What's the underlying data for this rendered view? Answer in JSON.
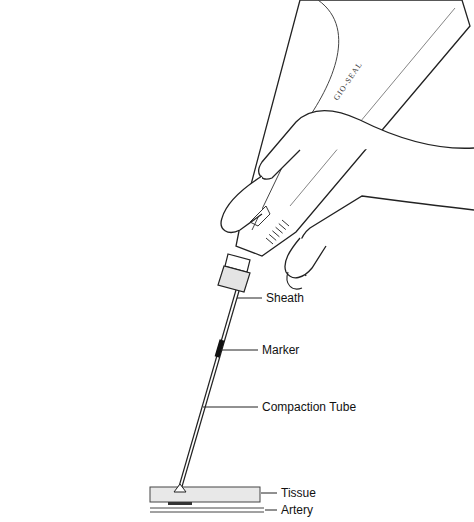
{
  "diagram": {
    "labels": [
      "GIO-SEAL",
      "Sheath",
      "Marker",
      "Compaction Tube",
      "Tissue",
      "Artery"
    ]
  }
}
